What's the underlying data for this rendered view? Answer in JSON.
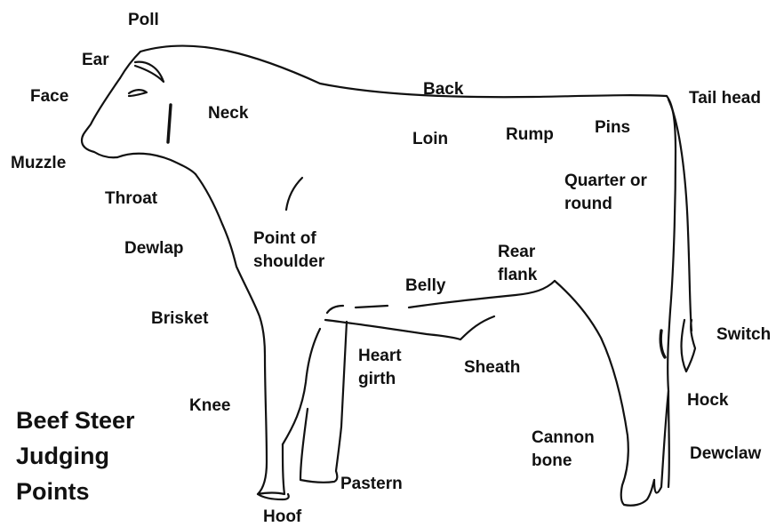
{
  "title": {
    "lines": [
      "Beef Steer",
      "Judging",
      "Points"
    ]
  },
  "labels": {
    "poll": "Poll",
    "ear": "Ear",
    "face": "Face",
    "muzzle": "Muzzle",
    "neck": "Neck",
    "throat": "Throat",
    "dewlap": "Dewlap",
    "point_of_shoulder": [
      "Point of",
      "shoulder"
    ],
    "brisket": "Brisket",
    "knee": "Knee",
    "hoof": "Hoof",
    "pastern": "Pastern",
    "heart_girth": [
      "Heart",
      "girth"
    ],
    "belly": "Belly",
    "sheath": "Sheath",
    "back": "Back",
    "loin": "Loin",
    "rump": "Rump",
    "pins": "Pins",
    "tail_head": "Tail head",
    "quarter_or_round": [
      "Quarter or",
      "round"
    ],
    "rear_flank": [
      "Rear",
      "flank"
    ],
    "cannon_bone": [
      "Cannon",
      "bone"
    ],
    "switch": "Switch",
    "hock": "Hock",
    "dewclaw": "Dewclaw"
  }
}
